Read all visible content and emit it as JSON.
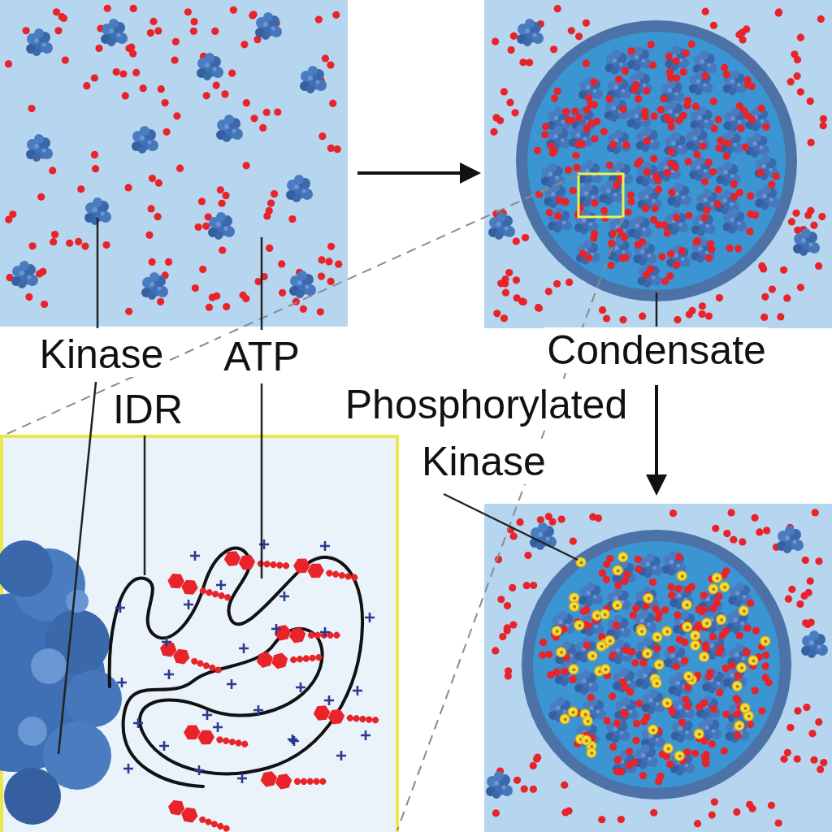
{
  "diagram": {
    "labels": [
      "Kinase",
      "ATP",
      "Condensate",
      "IDR",
      "Phosphorylated Kinase"
    ]
  }
}
